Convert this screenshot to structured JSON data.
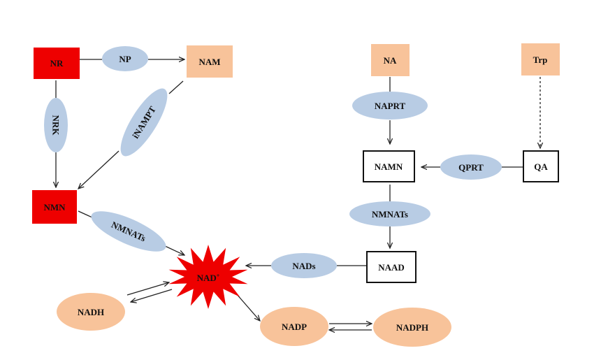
{
  "colors": {
    "red": "#ee0000",
    "peach": "#f8c39a",
    "blue_enzyme": "#b8cce4",
    "box_outline": "#111111",
    "line": "#222222"
  },
  "nodes": {
    "nr": "NR",
    "nam": "NAM",
    "nmn": "NMN",
    "na": "NA",
    "trp": "Trp",
    "namn": "NAMN",
    "qa": "QA",
    "naad": "NAAD",
    "nad_plus": "NAD",
    "nad_plus_sup": "+",
    "nadh": "NADH",
    "nadp": "NADP",
    "nadph": "NADPH"
  },
  "enzymes": {
    "np": "NP",
    "nrk": "NRK",
    "inampt": "iNAMPT",
    "nmnats_left": "NMNATs",
    "naprt": "NAPRT",
    "qprt": "QPRT",
    "nmnats_right": "NMNATs",
    "nads": "NADs"
  }
}
